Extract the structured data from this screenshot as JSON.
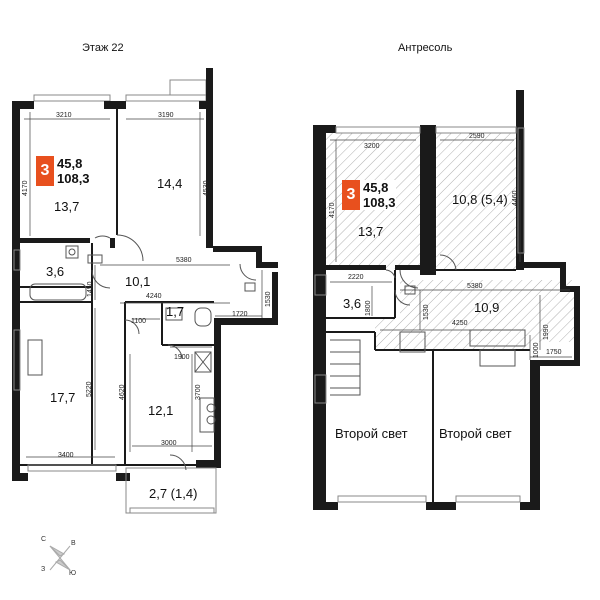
{
  "titles": {
    "floor": "Этаж 22",
    "mezzanine": "Антресоль"
  },
  "badge": {
    "rooms": "3",
    "area_living": "45,8",
    "area_total": "108,3"
  },
  "rooms_left": {
    "bedroom1": "13,7",
    "bedroom2": "14,4",
    "bath": "3,6",
    "hall": "10,1",
    "wc": "1,7",
    "living": "17,7",
    "kitchen": "12,1",
    "balcony": "2,7 (1,4)"
  },
  "rooms_right": {
    "bedroom": "13,7",
    "terrace": "10,8 (5,4)",
    "bath": "3,6",
    "hall": "10,9",
    "second_light_1": "Второй свет",
    "second_light_2": "Второй свет"
  },
  "dims_left": {
    "d3210": "3210",
    "d3190": "3190",
    "d4170": "4170",
    "d4530": "4530",
    "d5380": "5380",
    "d1450": "1450",
    "d4240": "4240",
    "d1530": "1530",
    "d1100": "1100",
    "d1720": "1720",
    "d1900": "1900",
    "d5220": "5220",
    "d4620": "4620",
    "d3700": "3700",
    "d3400": "3400",
    "d3000": "3000"
  },
  "dims_right": {
    "d3200": "3200",
    "d2590": "2590",
    "d4170": "4170",
    "d4460": "4460",
    "d2220": "2220",
    "d5380": "5380",
    "d1800": "1800",
    "d1530": "1530",
    "d4250": "4250",
    "d1990": "1990",
    "d1000": "1000",
    "d1750": "1750"
  },
  "compass": {
    "n": "С",
    "e": "В",
    "w": "З",
    "s": "Ю"
  },
  "colors": {
    "wall": "#1a1a1a",
    "badge": "#e8501e",
    "hatch": "#9a9a9a"
  }
}
